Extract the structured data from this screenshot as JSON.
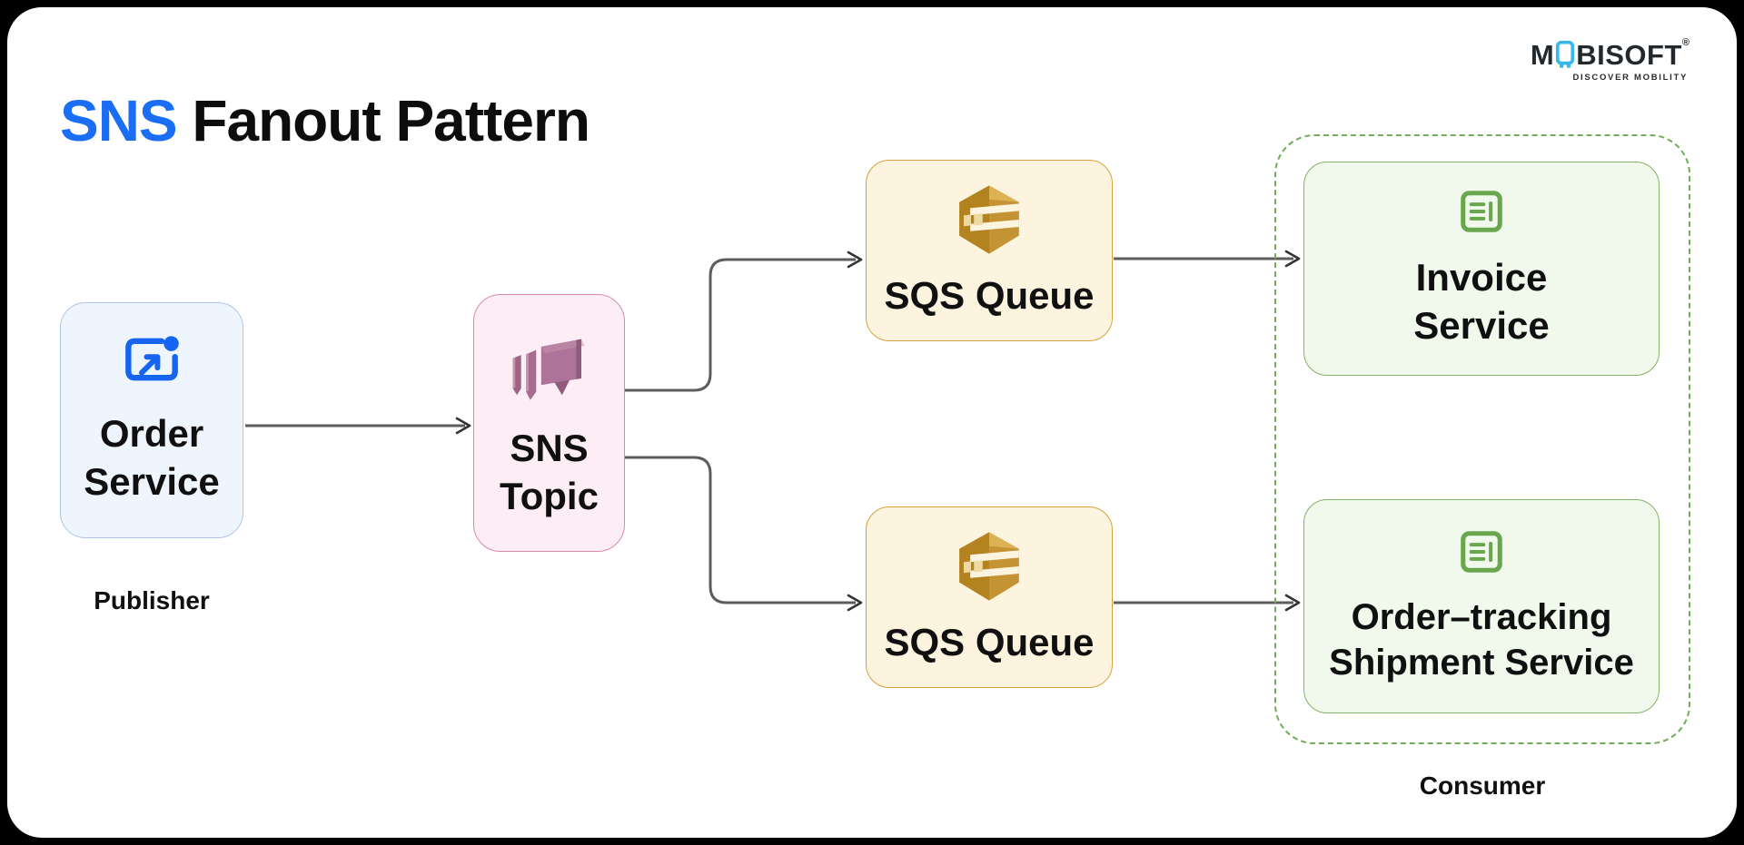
{
  "title": {
    "accent": "SNS",
    "rest": " Fanout Pattern"
  },
  "logo": {
    "m": "M",
    "rest": "BISOFT",
    "registered": "®",
    "tagline": "DISCOVER MOBILITY",
    "phone_icon": "phone-icon"
  },
  "diagram": {
    "publisher_label": "Publisher",
    "consumer_label": "Consumer",
    "nodes": {
      "order": {
        "label": "Order\nService",
        "icon": "order-export-icon"
      },
      "sns": {
        "label": "SNS\nTopic",
        "icon": "sns-topic-icon"
      },
      "sqs_top": {
        "label": "SQS Queue",
        "icon": "sqs-queue-icon"
      },
      "sqs_bottom": {
        "label": "SQS Queue",
        "icon": "sqs-queue-icon"
      },
      "invoice": {
        "label": "Invoice\nService",
        "icon": "document-list-icon"
      },
      "tracking": {
        "label": "Order–tracking\nShipment Service",
        "icon": "document-list-icon"
      }
    }
  },
  "colors": {
    "page_bg": "#000000",
    "canvas_bg": "#ffffff",
    "ink": "#0d0d0d",
    "accent": "#1a6df5",
    "connector": "#5d5d5d",
    "order_bg": "#eff5fc",
    "order_border": "#aac4ee",
    "order_icon": "#1565f0",
    "sns_bg": "#fdeef5",
    "sns_border": "#d78aae",
    "sns_icon": "#ad7398",
    "sqs_bg": "#fdf4df",
    "sqs_border": "#d6a23b",
    "sqs_icon": "#c49334",
    "green_bg": "#f1f8ec",
    "green_border": "#82b564",
    "green_icon": "#69a74e",
    "group_border": "#6fae56",
    "logo_cyan": "#38b8e8",
    "logo_text": "#23282d"
  }
}
